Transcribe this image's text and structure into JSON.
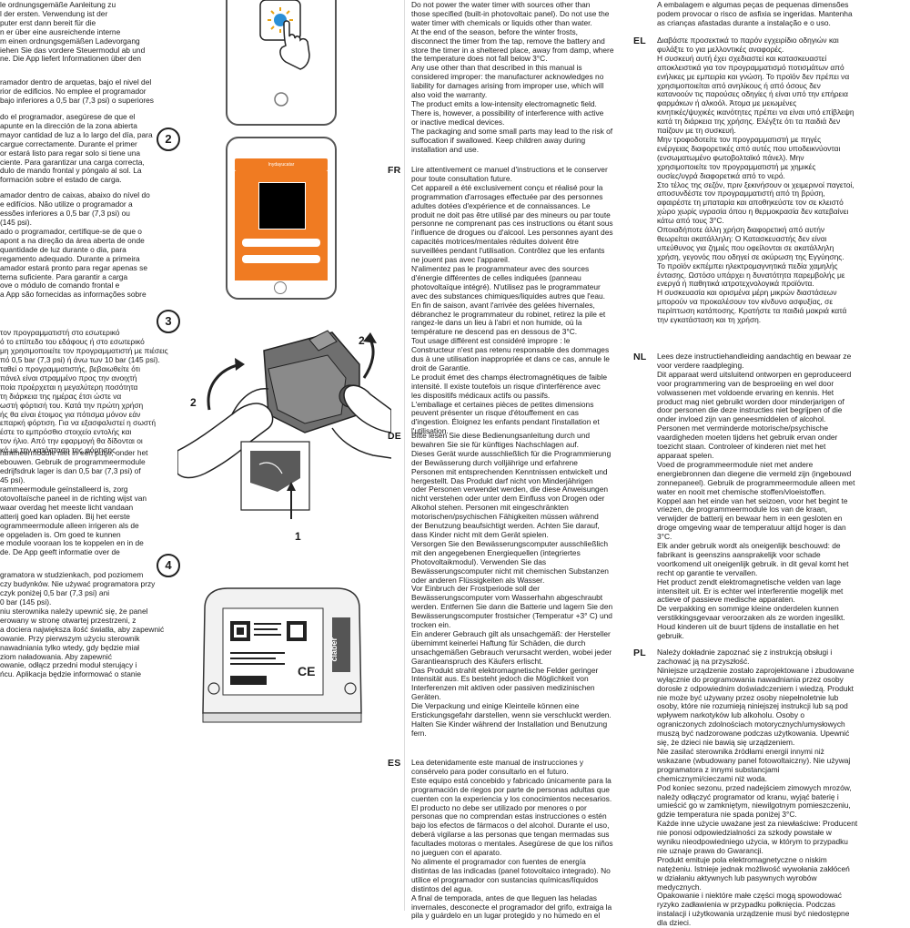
{
  "col1": {
    "s1": "le ordnungsgemäße Aanleitung zu\nl der ersten. Verwendung ist der\nputer erst dann bereit für die\nn er über eine ausreichende interne\nm einen ordnungsgemäßen Ladevorgang\niehen Sie das vordere Steuermodul ab und\nne. Die App liefert Informationen über den",
    "s2": "ramador dentro de arquetas, bajo el nivel del\nrior de edificios. No emplee el programador\nbajo inferiores a 0,5 bar (7,3 psi) o superiores",
    "s3": "do el programador, asegúrese de que el\napunte en la dirección de la zona abierta\nmayor cantidad de luz a lo largo del día, para\ncargue correctamente. Durante el primer\nor estará listo para regar solo si tiene una\nciente. Para garantizar una carga correcta,\ndulo de mando frontal y póngalo al sol. La\nformación sobre el estado de carga.",
    "s4": "amador dentro de caixas, abaixo do nível do\ne edifícios. Não utilize o programador a\nessões inferiores a 0,5 bar (7,3 psi) ou\n(145 psi).",
    "s5": "ado o programador, certifique-se de que o\napont a na direção da área aberta de onde\nquantidade de luz durante o dia, para\nregamento adequado. Durante a primeira\namador estará pronto para regar apenas se\nterna suficiente. Para garantir a carga\nove o módulo de comando frontal e\na App são fornecidas as informações sobre",
    "s6": "τον προγραμματιστή στο εσωτερικό\nό το επίπεδο του εδάφους ή στο εσωτερικό\nμη χρησιμοποιείτε τον προγραμματιστή με πιέσεις\nπό 0,5 bar (7,3 psi) ή άνω των 10 bar (145 psi).",
    "s7": "ταθεί ο προγραμματιστής, βεβαιωθείτε ότι\nπάνελ είναι στραμμένο προς την ανοιχτή\nποία προέρχεται η μεγαλύτερη ποσότητα\nτη διάρκεια της ημέρας έτσι ώστε να\nωστή φόρτισή του. Κατά την πρώτη χρήση\nής θα είναι έτοιμος για πότισμα μόνον εάν\nεπαρκή φόρτιση. Για να εξασφαλιστεί η σωστή\nέστε το εμπρόσθιο στοιχείο εντολής και\nτον ήλιο. Από την εφαρμογή θα δίδονται οι\nκά με την κατάσταση της φόρτισης.",
    "s8": "rammeermodule niet in een putje, onder het\nebouwen. Gebruik de programmeermodule\nedrijfsdruk lager is dan 0,5 bar (7,3 psi) of\n45 psi).",
    "s9": "rammeermodule geïnstalleerd is, zorg\notovoltaïsche paneel in de richting wijst van\nwaar overdag het meeste licht vandaan\natterij goed kan opladen. Bij het eerste\nogrammeermodule alleen irrigeren als de\ne opgeladen is. Om goed te kunnen\ne module vooraan los te koppelen en in de\nde. De App geeft informatie over de",
    "s10": "gramatora w studzienkach, pod poziomem\nczy budynków. Nie używać programatora przy\nczyk poniżej 0,5 bar (7,3 psi) ani\n0 bar (145 psi).",
    "s11": "niu sterownika należy upewnić się, że panel\nerowany w stronę otwartej przestrzeni, z\na dociera największa ilość światła, aby zapewnić\nowanie. Przy pierwszym użyciu sterownik\nnawadniania tylko wtedy, gdy będzie miał\nziom naładowania. Aby zapewnić\nowanie, odłącz przedni moduł sterujący i\nńcu. Aplikacja będzie informować o stanie"
  },
  "illustration": {
    "step2": "2",
    "step3": "3",
    "step4": "4",
    "app_header": "Inydayucatar",
    "arrow_left": "2",
    "arrow_right": "2",
    "arrow_bottom": "1",
    "brand_label": "claber"
  },
  "col3": {
    "en_tail": "Do not power the water timer with sources other than\nthose specified (built-in photovoltaic panel). Do not use the\nwater timer with chemicals or liquids other than water.\nAt the end of the season, before the winter frosts,\ndisconnect the timer from the tap, remove the battery and\nstore the timer in a sheltered place, away from damp, where\nthe temperature does not fall below 3°C.\nAny use other than that described in this manual is\nconsidered improper: the manufacturer acknowledges no\nliability for damages arising from improper use, which will\nalso void the warranty.\nThe product emits a low-intensity electromagnetic field.\nThere is, however, a possibility of interference with active\nor inactive medical devices.\nThe packaging and some small parts may lead to the risk of\nsuffocation if swallowed. Keep children away during\ninstallation and use.",
    "fr_tag": "FR",
    "fr": "Lire attentivement ce manuel d'instructions et le conserver\npour toute consultation future.\nCet appareil a été exclusivement conçu et réalisé pour la\nprogrammation d'arrosages effectuée par des personnes\nadultes dotées d'expérience et de connaissances. Le\nproduit ne doit pas être utilisé par des mineurs ou par toute\npersonne ne comprenant pas ces instructions ou étant sous\nl'influence de drogues ou d'alcool. Les personnes ayant des\ncapacités motrices/mentales réduites doivent être\nsurveillées pendant l'utilisation. Contrôlez que les enfants\nne jouent pas avec l'appareil.\nN'alimentez pas le programmateur avec des sources\nd'énergie différentes de celles indiquées (panneau\nphotovoltaïque intégré). N'utilisez pas le programmateur\navec des substances chimiques/liquides autres que l'eau.\nEn fin de saison, avant l'arrivée des gelées hivernales,\ndébranchez le programmateur du robinet, retirez la pile et\nrangez-le dans un lieu à l'abri et non humide, où la\ntempérature ne descend pas en dessous de 3°C.\nTout usage différent est considéré impropre : le\nConstructeur n'est pas retenu responsable des dommages\ndus à une utilisation inappropriée et dans ce cas, annule le\ndroit de Garantie.\nLe produit émet des champs électromagnétiques de faible\nintensité. Il existe toutefois un risque d'interférence avec\nles dispositifs médicaux actifs ou passifs.\nL'emballage et certaines pièces de petites dimensions\npeuvent présenter un risque d'étouffement en cas\nd'ingestion. Éloignez les enfants pendant l'installation et\nl'utilisation.",
    "de_tag": "DE",
    "de": "Bitte lesen Sie diese Bedienungsanleitung durch und\nbewahren Sie sie für künftiges Nachschlagen auf.\nDieses Gerät wurde ausschließlich für die Programmierung\nder Bewässerung durch volljährige und erfahrene\nPersonen mit entsprechenden Kenntnissen entwickelt und\nhergestellt. Das Produkt darf nicht von Minderjährigen\noder Personen verwendet werden, die diese Anweisungen\nnicht verstehen oder unter dem Einfluss von Drogen oder\nAlkohol stehen. Personen mit eingeschränkten\nmotorischen/psychischen Fähigkeiten müssen während\nder Benutzung beaufsichtigt werden. Achten Sie darauf,\ndass Kinder nicht mit dem Gerät spielen.\nVersorgen Sie den Bewässerungscomputer ausschließlich\nmit den angegebenen Energiequellen (integriertes\nPhotovoltaikmodul). Verwenden Sie das\nBewässerungscomputer nicht mit chemischen Substanzen\noder anderen Flüssigkeiten als Wasser.\nVor Einbruch der Frostperiode soll der\nBewässerungscomputer vom Wasserhahn abgeschraubt\nwerden. Entfernen Sie dann die Batterie und lagern Sie den\nBewässerungscomputer frostsicher (Temperatur +3° C) und\ntrocken ein.\nEin anderer Gebrauch gilt als unsachgemäß: der Hersteller\nübernimmt keinerlei Haftung für Schäden, die durch\nunsachgemäßen Gebrauch verursacht werden, wobei jeder\nGarantieanspruch des Käufers erlischt.\nDas Produkt strahlt elektromagnetische Felder geringer\nIntensität aus. Es besteht jedoch die Möglichkeit von\nInterferenzen mit aktiven oder passiven medizinischen\nGeräten.\nDie Verpackung und einige Kleinteile können eine\nErstickungsgefahr darstellen, wenn sie verschluckt werden.\nHalten Sie Kinder während der Installation und Benutzung\nfern.",
    "es_tag": "ES",
    "es": "Lea detenidamente este manual de instrucciones y\nconsérvelo para poder consultarlo en el futuro.\nEste equipo está concebido y fabricado únicamente para la\nprogramación de riegos por parte de personas adultas que\ncuenten con la experiencia y los conocimientos necesarios.\nEl producto no debe ser utilizado por menores o por\npersonas que no comprendan estas instrucciones o estén\nbajo los efectos de fármacos o del alcohol. Durante el uso,\ndeberá vigilarse a las personas que tengan mermadas sus\nfacultades motoras o mentales. Asegúrese de que los niños\nno jueguen con el aparato.\nNo alimente el programador con fuentes de energía\ndistintas de las indicadas (panel fotovoltaico integrado). No\nutilice el programador con sustancias químicas/líquidos\ndistintos del agua.\nA final de temporada, antes de que lleguen las heladas\ninvernales, desconecte el programador del grifo, extraiga la\npila y guárdelo en un lugar protegido y no húmedo en el"
  },
  "col4": {
    "pt_tail": "A embalagem e algumas peças de pequenas dimensões\npodem provocar o risco de asfixia se ingeridas. Mantenha\nas crianças afastadas durante a instalação e o uso.",
    "el_tag": "EL",
    "el": "Διαβάστε προσεκτικά το παρόν εγχειρίδιο οδηγιών και\nφυλάξτε το για μελλοντικές αναφορές.\nΗ συσκευή αυτή έχει σχεδιαστεί και κατασκευαστεί\nαποκλειστικά για τον προγραμματισμό ποτισμάτων από\nενήλικες με εμπειρία και γνώση. Το προϊόν δεν πρέπει να\nχρησιμοποιείται από ανηλίκους ή από όσους δεν\nκατανοούν τις παρούσες οδηγίες ή είναι υπό την επήρεια\nφαρμάκων ή αλκοόλ. Άτομα με μειωμένες\nκινητικές/ψυχικές ικανότητες πρέπει να είναι υπό επίβλεψη\nκατά τη διάρκεια της χρήσης. Ελέγξτε ότι τα παιδιά δεν\nπαίζουν με τη συσκευή.\nΜην τροφοδοτείτε τον προγραμματιστή με πηγές\nενέργειας διαφορετικές από αυτές που υποδεικνύονται\n(ενσωματωμένο φωτοβολταϊκό πάνελ). Μην\nχρησιμοποιείτε τον προγραμματιστή με χημικές\nουσίες/υγρά διαφορετικά από το νερό.\nΣτο τέλος της σεζόν, πριν ξεκινήσουν οι χειμερινοί παγετοί,\nαποσυνδέστε τον προγραμματιστή από τη βρύση,\nαφαιρέστε τη μπαταρία και αποθηκεύστε τον σε κλειστό\nχώρο χωρίς υγρασία όπου η θερμοκρασία δεν κατεβαίνει\nκάτω από τους 3°C.\nΟποιαδήποτε άλλη χρήση διαφορετική από αυτήν\nθεωρείται ακατάλληλη: Ο Κατασκευαστής δεν είναι\nυπεύθυνος για ζημιές που οφείλονται σε ακατάλληλη\nχρήση, γεγονός που οδηγεί σε ακύρωση της Εγγύησης.\nΤο προϊόν εκπέμπει ηλεκτρομαγνητικά πεδία χαμηλής\nέντασης. Ωστόσο υπάρχει η δυνατότητα παρεμβολής με\nενεργά ή παθητικά ιατροτεχνολογικά προϊόντα.\nΗ συσκευασία και ορισμένα μέρη μικρών διαστάσεων\nμπορούν να προκαλέσουν τον κίνδυνο ασφυξίας, σε\nπερίπτωση κατάποσης. Κρατήστε τα παιδιά μακριά κατά\nτην εγκατάσταση και τη χρήση.",
    "nl_tag": "NL",
    "nl": "Lees deze instructiehandleiding aandachtig en bewaar ze\nvoor verdere raadpleging.\nDit apparaat werd uitsluitend ontworpen en geproduceerd\nvoor programmering van de besproeiing en wel door\nvolwassenen met voldoende ervaring en kennis. Het\nproduct mag niet gebruikt worden door minderjarigen of\ndoor personen die deze instructies niet begrijpen of die\nonder invloed zijn van geneesmiddelen of alcohol.\nPersonen met verminderde motorische/psychische\nvaardigheden moeten tijdens het gebruik ervan onder\ntoezicht staan. Controleer of kinderen niet met het\napparaat spelen.\nVoed de programmeermodule niet met andere\nenergiebronnen dan diegene die vermeld zijn (ingebouwd\nzonnepaneel). Gebruik de programmeermodule alleen met\nwater en nooit met chemische stoffen/vloeistoffen.\nKoppel aan het einde van het seizoen, voor het begint te\nvriezen, de programmeermodule los van de kraan,\nverwijder de batterij en bewaar hem in een gesloten en\ndroge omgeving waar de temperatuur altijd hoger is dan\n3°C.\nElk ander gebruik wordt als oneigenlijk beschouwd: de\nfabrikant is geenszins aansprakelijk voor schade\nvoortkomend uit oneigenlijk gebruik. in dit geval komt het\nrecht op garantie te vervallen.\nHet product zendt elektromagnetische velden van lage\nintensiteit uit. Er is echter wel interferentie mogelijk met\nactieve of passieve medische apparaten.\nDe verpakking en sommige kleine onderdelen kunnen\nverstikkingsgevaar veroorzaken als ze worden ingeslikt.\nHoud kinderen uit de buurt tijdens de installatie en het\ngebruik.",
    "pl_tag": "PL",
    "pl": "Należy dokładnie zapoznać się z instrukcją obsługi i\nzachować ją na przyszłość.\nNiniejsze urządzenie zostało zaprojektowane i zbudowane\nwyłącznie do programowania nawadniania przez osoby\ndorosłe z odpowiednim doświadczeniem i wiedzą. Produkt\nnie może być używany przez osoby niepełnoletnie lub\nosoby, które nie rozumieją niniejszej instrukcji lub są pod\nwpływem narkotyków lub alkoholu. Osoby o\nograniczonych zdolnościach motorycznych/umysłowych\nmuszą być nadzorowane podczas użytkowania. Upewnić\nsię, że dzieci nie bawią się urządzeniem.\nNie zasilać sterownika źródłami energii innymi niż\nwskazane (wbudowany panel fotowoltaiczny). Nie używaj\nprogramatora z innymi substancjami\nchemicznymi/cieczami niż woda.\nPod koniec sezonu, przed nadejściem zimowych mrozów,\nnależy odłączyć programator od kranu, wyjąć baterię i\numieścić go w zamkniętym, niewilgotnym pomieszczeniu,\ngdzie temperatura nie spada poniżej 3°C.\nKażde inne użycie uważane jest za niewłaściwe: Producent\nnie ponosi odpowiedzialności za szkody powstałe w\nwyniku nieodpowiedniego użycia, w którym to przypadku\nnie uznaje prawa do Gwarancji.\nProdukt emituje pola elektromagnetyczne o niskim\nnatężeniu. Istnieje jednak możliwość wywołania zakłóceń\nw działaniu aktywnych lub pasywnych wyrobów\nmedycznych.\nOpakowanie i niektóre małe części mogą spowodować\nryzyko zadławienia w przypadku połknięcia. Podczas\ninstalacji i użytkowania urządzenie musi być niedostępne\ndla dzieci."
  }
}
